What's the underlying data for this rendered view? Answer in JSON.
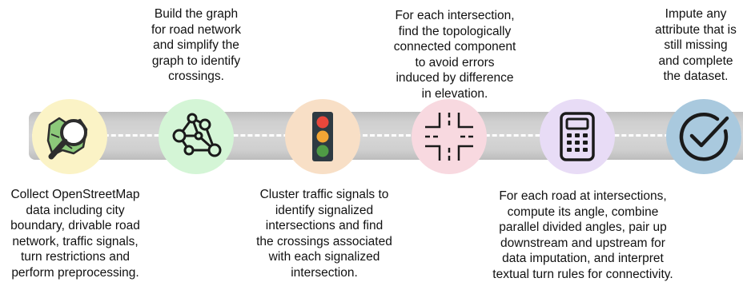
{
  "steps": [
    {
      "caption": "Collect OpenStreetMap\ndata including city\nboundary, drivable road\nnetwork, traffic signals,\nturn restrictions and\nperform preprocessing.",
      "icon": "map-search-icon",
      "color": "#fbf3c6"
    },
    {
      "caption": "Build the graph\nfor road network\nand simplify the\ngraph to identify\ncrossings.",
      "icon": "graph-network-icon",
      "color": "#d4f5d6"
    },
    {
      "caption": "Cluster traffic signals to\nidentify signalized\nintersections and find\nthe crossings associated\nwith each signalized\nintersection.",
      "icon": "traffic-light-icon",
      "color": "#f8dfc6"
    },
    {
      "caption": "For each intersection,\nfind the topologically\nconnected component\nto avoid errors\ninduced by difference\nin elevation.",
      "icon": "intersection-icon",
      "color": "#f8d9e0"
    },
    {
      "caption": "For each road at intersections,\ncompute its angle, combine\nparallel divided angles, pair up\ndownstream and upstream for\ndata imputation, and interpret\ntextual turn rules for connectivity.",
      "icon": "calculator-icon",
      "color": "#e8dcf6"
    },
    {
      "caption": "Impute any\nattribute that is\nstill missing\nand complete\nthe dataset.",
      "icon": "checkmark-icon",
      "color": "#a9c9de"
    }
  ]
}
